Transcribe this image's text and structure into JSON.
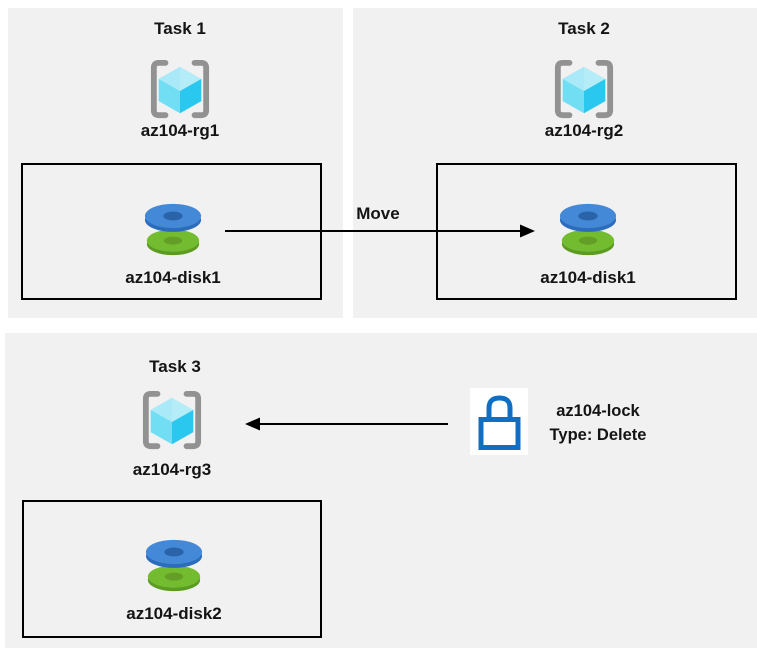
{
  "tasks": [
    {
      "title": "Task 1",
      "resource_group": "az104-rg1",
      "disk": "az104-disk1"
    },
    {
      "title": "Task 2",
      "resource_group": "az104-rg2",
      "disk": "az104-disk1"
    },
    {
      "title": "Task 3",
      "resource_group": "az104-rg3",
      "disk": "az104-disk2"
    }
  ],
  "move": {
    "label": "Move"
  },
  "lock": {
    "name": "az104-lock",
    "type": "Type: Delete"
  },
  "icons": {
    "resource_group": "resource-group-icon",
    "disk": "managed-disk-icon",
    "lock": "lock-icon"
  },
  "colors": {
    "panel_background": "#f1f1f1",
    "page_background": "#ffffff",
    "box_border": "#000000",
    "text": "#141414",
    "arrow": "#000000",
    "bracket_gray": "#929292",
    "cube_top": "#b4ecf8",
    "cube_left": "#71def4",
    "cube_right": "#2ac8ef",
    "disk_blue_top": "#4489d8",
    "disk_blue_side": "#2c6cbd",
    "disk_blue_hole": "#2a63a8",
    "disk_green_top": "#74bc2f",
    "disk_green_side": "#5b9b21",
    "disk_green_hole": "#639f26",
    "lock_blue": "#0f6fc5",
    "lock_background": "#ffffff"
  }
}
